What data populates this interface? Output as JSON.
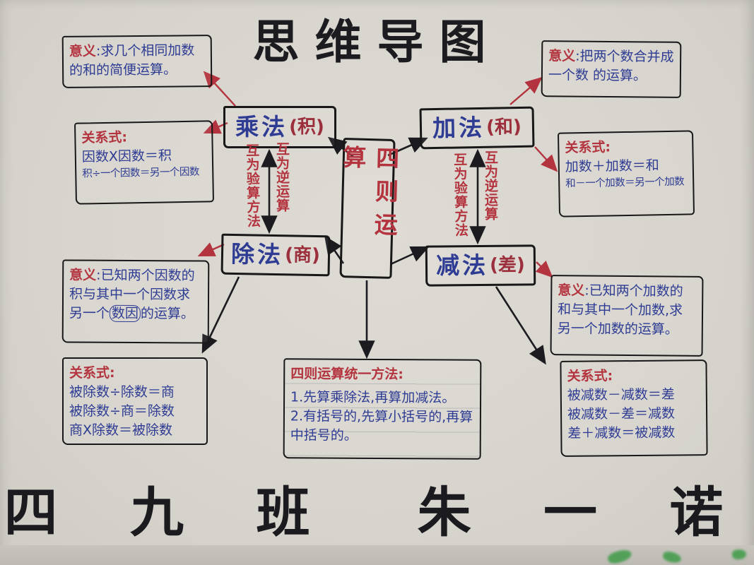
{
  "colors": {
    "paper": "#d7d4cd",
    "ink_black": "#1c1c20",
    "ink_blue": "#2e3c94",
    "ink_red": "#b3343e"
  },
  "title": "思维导图",
  "footer": "四 九 班　朱 一 诺",
  "center": {
    "label": "四则运算"
  },
  "nodes": {
    "multiplication": {
      "name": "乘法",
      "paren": "(积)"
    },
    "addition": {
      "name": "加法",
      "paren": "(和)"
    },
    "division": {
      "name": "除法",
      "paren": "(商)"
    },
    "subtraction": {
      "name": "减法",
      "paren": "(差)"
    }
  },
  "pair_labels": {
    "left": {
      "verify": "互为验算方法",
      "inverse": "互为逆运算"
    },
    "right": {
      "verify": "互为验算方法",
      "inverse": "互为逆运算"
    }
  },
  "boxes": {
    "mul_meaning": {
      "label": "意义",
      "text": ":求几个相同加数的和的简便运算。"
    },
    "mul_relation": {
      "label": "关系式:",
      "line1": "因数X因数＝积",
      "line2": "积÷一个因数＝另一个因数"
    },
    "add_meaning": {
      "label": "意义",
      "text": ":把两个数合并成一个数 的运算。"
    },
    "add_relation": {
      "label": "关系式:",
      "line1": "加数＋加数＝和",
      "line2": "和－一个加数＝另一个加数"
    },
    "div_meaning": {
      "label": "意义",
      "text_before": ":已知两个因数的积与其中一个因数求另一个",
      "circled": "数因",
      "text_after": "的运算。"
    },
    "div_relation": {
      "label": "关系式:",
      "line1": "被除数÷除数＝商",
      "line2": "被除数÷商＝除数",
      "line3": "商X除数＝被除数"
    },
    "sub_meaning": {
      "label": "意义",
      "text": ":已知两个加数的和与其中一个加数,求另一个加数的运算。"
    },
    "sub_relation": {
      "label": "关系式:",
      "line1": "被减数－减数＝差",
      "line2": "被减数－差＝减数",
      "line3": "差＋减数＝被减数"
    }
  },
  "method": {
    "title": "四则运算统一方法:",
    "item1": "1.先算乘除法,再算加减法。",
    "item2": "2.有括号的,先算小括号的,再算中括号的。"
  }
}
